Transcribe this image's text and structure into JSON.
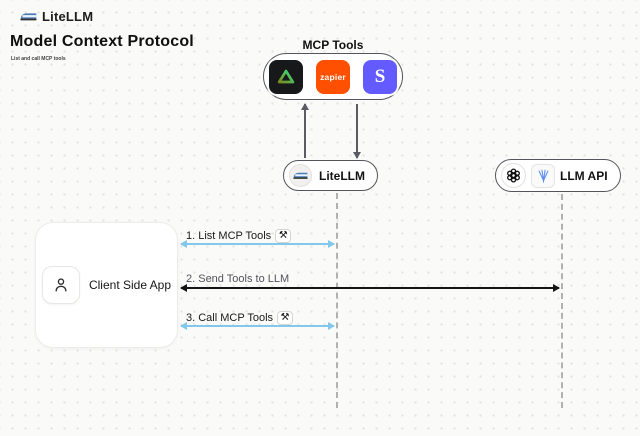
{
  "header": {
    "brand": "LiteLLM",
    "title": "Model Context Protocol",
    "subtitle": "List and call MCP tools"
  },
  "mcp_tools": {
    "label": "MCP Tools",
    "tools": [
      {
        "name": "green-triangle-tool"
      },
      {
        "name": "zapier",
        "text": "zapier"
      },
      {
        "name": "stripe",
        "text": "S"
      }
    ]
  },
  "nodes": {
    "litellm": {
      "label": "LiteLLM"
    },
    "llm_api": {
      "label": "LLM API"
    },
    "client": {
      "label": "Client Side App"
    }
  },
  "messages": [
    {
      "step": "1. List MCP Tools",
      "badge": "⚒",
      "color": "blue"
    },
    {
      "step": "2. Send Tools to LLM",
      "color": "black"
    },
    {
      "step": "3. Call MCP Tools",
      "badge": "⚒",
      "color": "blue"
    }
  ],
  "colors": {
    "arrow_blue": "#82c8ec",
    "arrow_black": "#141414",
    "zapier_orange": "#ff4f00",
    "stripe_purple": "#635bff",
    "triangle_green": "#35d07f",
    "background": "#fafaf9"
  }
}
